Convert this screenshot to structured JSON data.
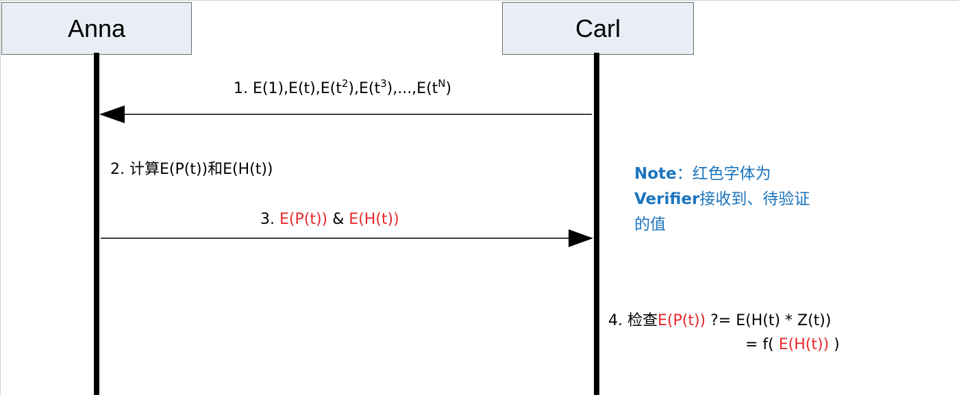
{
  "actors": {
    "left": "Anna",
    "right": "Carl"
  },
  "messages": {
    "m1_text": "1. E(1),E(t),E(t",
    "m1_exp2": "2",
    "m1_mid": "),E(t",
    "m1_exp3": "3",
    "m1_tail": "),...,E(t",
    "m1_expN": "N",
    "m1_close": ")",
    "m2_text": "2. 计算E(P(t))和E(H(t))",
    "m3_prefix": "3. ",
    "m3_red1": "E(P(t))",
    "m3_mid": " & ",
    "m3_red2": "E(H(t))",
    "m4_prefix": "4. 检查",
    "m4_red": "E(P(t))",
    "m4_rest": " ?= E(H(t) * Z(t))",
    "m4_line2_prefix": "= f( ",
    "m4_line2_red": "E(H(t))",
    "m4_line2_suffix": " )"
  },
  "note": {
    "label": "Note",
    "line1_rest": "：红色字体为",
    "line2_bold": "Verifier",
    "line2_rest": "接收到、待验证",
    "line3": "的值"
  },
  "colors": {
    "actor_fill": "#e9edf6",
    "highlight_red": "#e8262a",
    "note_blue": "#1b74bd"
  }
}
